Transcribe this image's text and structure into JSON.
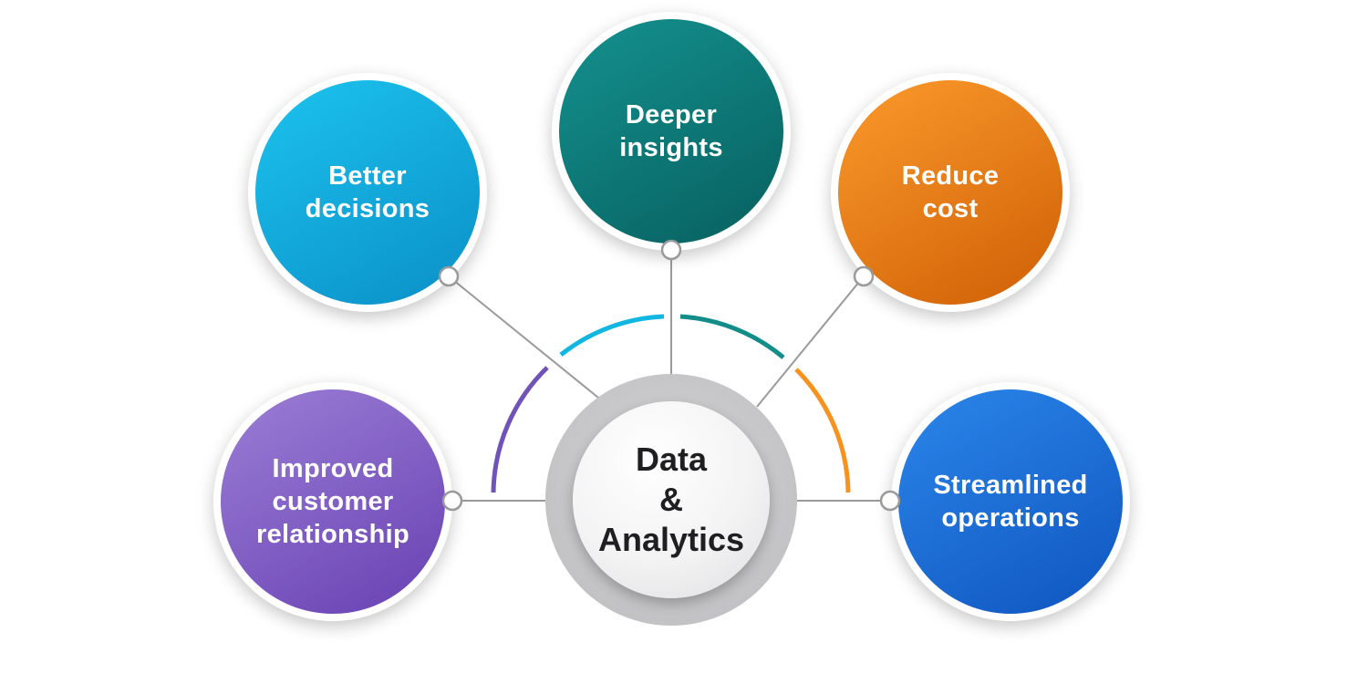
{
  "center": {
    "lines": [
      "Data",
      "&",
      "Analytics"
    ]
  },
  "nodes": [
    {
      "id": "better-decisions",
      "lines": [
        "Better",
        "decisions"
      ],
      "color_light": "#1cc3ef",
      "color_dark": "#0a8fc7"
    },
    {
      "id": "deeper-insights",
      "lines": [
        "Deeper",
        "insights"
      ],
      "color_light": "#14918f",
      "color_dark": "#07605f"
    },
    {
      "id": "reduce-cost",
      "lines": [
        "Reduce",
        "cost"
      ],
      "color_light": "#fb9a2c",
      "color_dark": "#cf5f05"
    },
    {
      "id": "improved-customer-relationship",
      "lines": [
        "Improved",
        "customer",
        "relationship"
      ],
      "color_light": "#9b7fd6",
      "color_dark": "#6840b2"
    },
    {
      "id": "streamlined-operations",
      "lines": [
        "Streamlined",
        "operations"
      ],
      "color_light": "#2b86ea",
      "color_dark": "#0f55c0"
    }
  ],
  "arc_colors": {
    "purple": "#7052b8",
    "cyan": "#11b7e0",
    "teal": "#128d8a",
    "orange": "#f8921e"
  },
  "connector_color": "#9a9a9a"
}
